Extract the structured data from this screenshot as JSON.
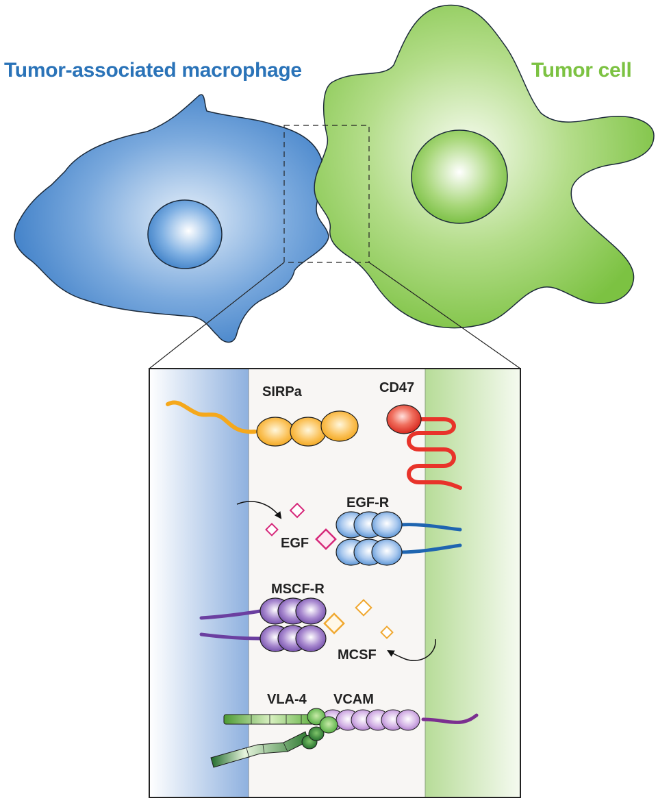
{
  "titles": {
    "macrophage": "Tumor-associated macrophage",
    "tumor_cell": "Tumor cell"
  },
  "colors": {
    "macrophage": "#3a7cc6",
    "tumor_cell": "#7cc242",
    "sirpa": "#f5a81c",
    "cd47": "#e8332a",
    "egf": "#d6287a",
    "egf_r": "#3a7cc6",
    "mscf_r": "#6b3fa0",
    "mcsf": "#f0a830",
    "vla4": "#3c8d2f",
    "vcam": "#9b59b6"
  },
  "labels": {
    "sirpa": "SIRPa",
    "cd47": "CD47",
    "egf_r": "EGF-R",
    "egf": "EGF",
    "mscf_r": "MSCF-R",
    "mcsf": "MCSF",
    "vla4": "VLA-4",
    "vcam": "VCAM"
  }
}
